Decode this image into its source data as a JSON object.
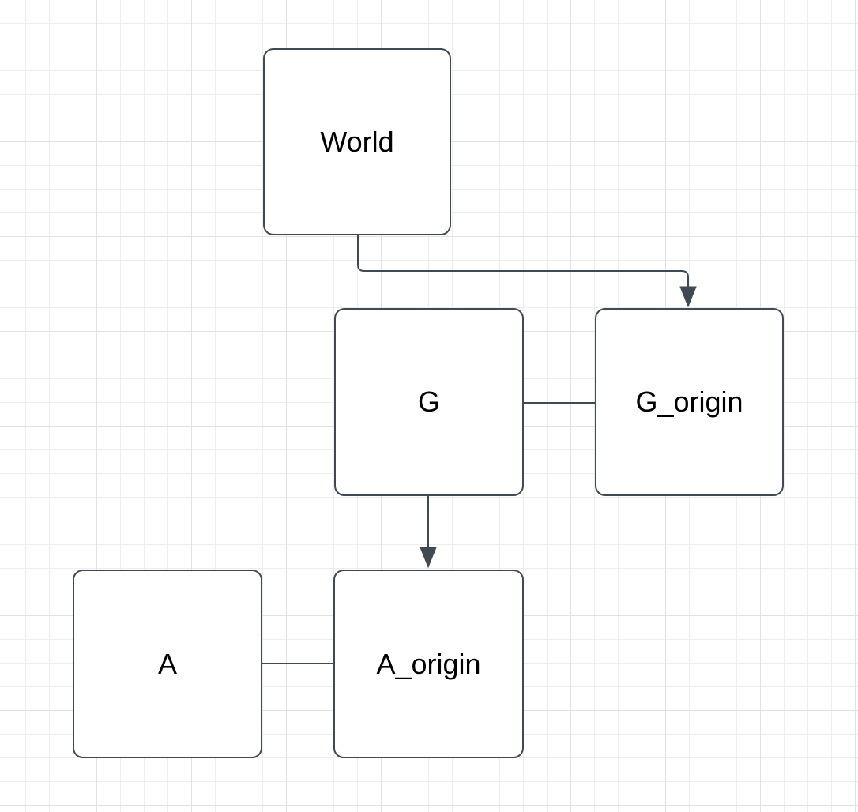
{
  "diagram": {
    "colors": {
      "background": "#ffffff",
      "grid_minor": "#ededed",
      "grid_major": "#e2e2e2",
      "shape_stroke": "#414953",
      "shape_fill": "#ffffff",
      "label_text": "#000000"
    },
    "nodes": [
      {
        "id": "world",
        "label": "World"
      },
      {
        "id": "g",
        "label": "G"
      },
      {
        "id": "g_origin",
        "label": "G_origin"
      },
      {
        "id": "a",
        "label": "A"
      },
      {
        "id": "a_origin",
        "label": "A_origin"
      }
    ],
    "edges": [
      {
        "from": "World",
        "to": "G_origin",
        "style": "orthogonal-arrow",
        "arrowhead": "filled-triangle"
      },
      {
        "from": "G",
        "to": "G_origin",
        "style": "plain-line",
        "arrowhead": "none"
      },
      {
        "from": "G",
        "to": "A_origin",
        "style": "straight-arrow",
        "arrowhead": "filled-triangle"
      },
      {
        "from": "A",
        "to": "A_origin",
        "style": "plain-line",
        "arrowhead": "none"
      }
    ]
  }
}
